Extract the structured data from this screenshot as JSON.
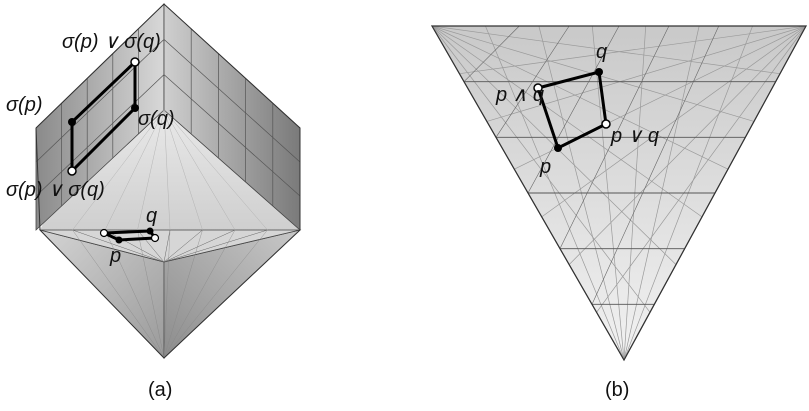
{
  "panel_a": {
    "caption": "(a)",
    "labels": {
      "join_top": "σ(p) ∨ σ(q)",
      "sigma_p": "σ(p)",
      "sigma_q": "σ(q)",
      "meet_bottom": "σ(p) ∨ σ(q)",
      "q": "q",
      "p": "p"
    }
  },
  "panel_b": {
    "caption": "(b)",
    "labels": {
      "meet": "p ∧ q",
      "q": "q",
      "join": "p ∨ q",
      "p": "p"
    }
  },
  "colors": {
    "face_dark": "#8e8e8e",
    "face_mid": "#bdbdbd",
    "face_light": "#e6e6e6",
    "line": "#333333",
    "highlight": "#000000"
  }
}
